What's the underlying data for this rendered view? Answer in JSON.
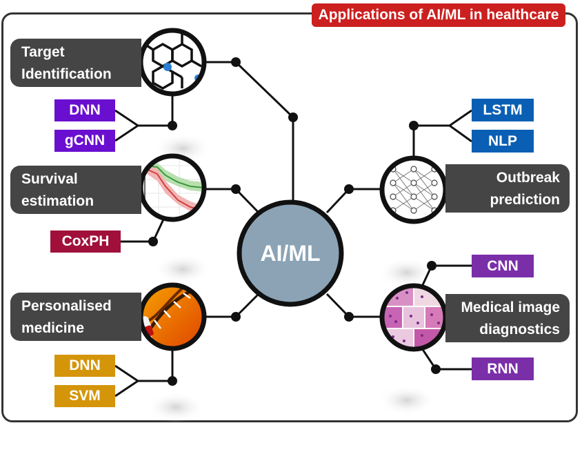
{
  "title": "Applications of AI/ML in healthcare",
  "center": "AI/ML",
  "nodes": {
    "target": {
      "line1": "Target",
      "line2": "Identification"
    },
    "survival": {
      "line1": "Survival",
      "line2": "estimation"
    },
    "personalised": {
      "line1": "Personalised",
      "line2": "medicine"
    },
    "outbreak": {
      "line1": "Outbreak",
      "line2": "prediction"
    },
    "medical": {
      "line1": "Medical image",
      "line2": "diagnostics"
    }
  },
  "tags": {
    "target_dnn": "DNN",
    "target_gcnn": "gCNN",
    "survival_coxph": "CoxPH",
    "personal_dnn": "DNN",
    "personal_svm": "SVM",
    "outbreak_lstm": "LSTM",
    "outbreak_nlp": "NLP",
    "medical_cnn": "CNN",
    "medical_rnn": "RNN"
  },
  "colors": {
    "title_red": "#cc1f1f",
    "pill_gray": "#454545",
    "center_blue": "#8ba3b5",
    "purple": "#6a0fd0",
    "dark_red": "#a0103a",
    "gold": "#d4950a",
    "blue": "#0a5fb4",
    "violet": "#7a2ea8"
  }
}
